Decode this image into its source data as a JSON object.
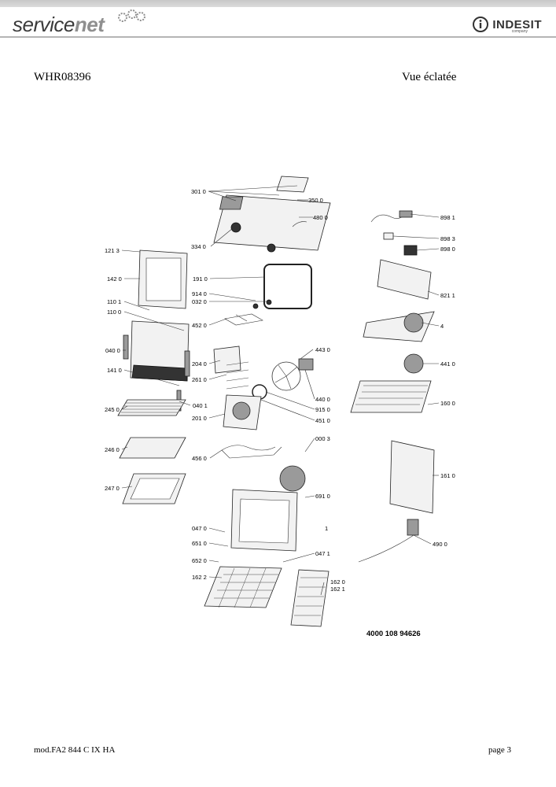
{
  "header": {
    "logo_left_main": "service",
    "logo_left_accent": "net",
    "logo_right_brand": "INDESIT",
    "logo_right_sub": "company"
  },
  "model_code": "WHR08396",
  "page_title": "Vue éclatée",
  "document_number": "4000 108 94626",
  "footer": {
    "model_ref": "mod.FA2 844 C IX HA",
    "page": "page 3"
  },
  "part_labels": [
    "301 0",
    "350 0",
    "480 0",
    "334 0",
    "121 3",
    "142 0",
    "191 0",
    "914 0",
    "032 0",
    "110 1",
    "110 0",
    "452 0",
    "443 0",
    "040 0",
    "204 0",
    "141 0",
    "261 0",
    "040 1",
    "440 0",
    "245 0",
    "915 0",
    "201 0",
    "451 0",
    "000 3",
    "246 0",
    "456 0",
    "247 0",
    "691 0",
    "047 0",
    "651 0",
    "047 1",
    "652 0",
    "162 2",
    "162 0",
    "162 1",
    "898 1",
    "898 3",
    "898 0",
    "821 1",
    "4",
    "441 0",
    "160 0",
    "161 0",
    "1",
    "490 0"
  ]
}
